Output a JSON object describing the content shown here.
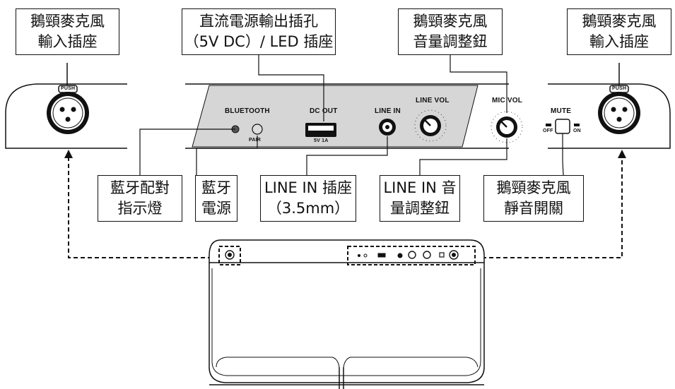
{
  "callouts": {
    "left_xlr": [
      "鵝頸麥克風",
      "輸入插座"
    ],
    "dc_out": [
      "直流電源輸出插孔",
      "（5V DC）/ LED 插座"
    ],
    "mic_vol": [
      "鵝頸麥克風",
      "音量調整鈕"
    ],
    "right_xlr": [
      "鵝頸麥克風",
      "輸入插座"
    ],
    "bt_indicator": [
      "藍牙配對",
      "指示燈"
    ],
    "bt_power": [
      "藍牙",
      "電源"
    ],
    "line_in": [
      "LINE IN 插座",
      "（3.5mm）"
    ],
    "line_vol": [
      "LINE IN 音",
      "量調整鈕"
    ],
    "mute": [
      "鵝頸麥克風",
      "靜音開關"
    ]
  },
  "panel": {
    "push_left": "PUSH",
    "push_right": "PUSH",
    "bluetooth": "BLUETOOTH",
    "pair": "PAIR",
    "dc_out": "DC OUT",
    "dc_spec": "5V 1A",
    "line_in": "LINE IN",
    "line_vol": "LINE VOL",
    "mic_vol": "MIC VOL",
    "mute": "MUTE",
    "off": "OFF",
    "on": "ON"
  }
}
